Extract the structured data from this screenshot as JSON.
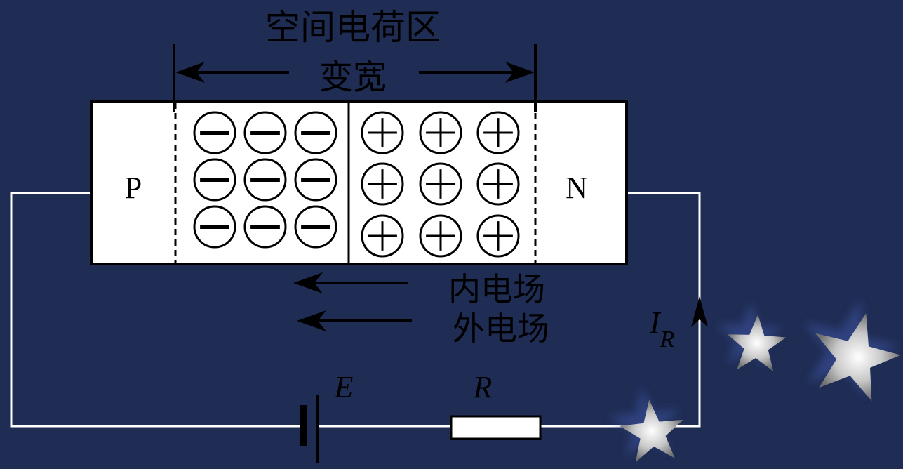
{
  "title": "空间电荷区",
  "width_label": "变宽",
  "p_label": "P",
  "n_label": "N",
  "internal_field_label": "内电场",
  "external_field_label": "外电场",
  "current_label": "I",
  "current_subscript": "R",
  "battery_label": "E",
  "resistor_label": "R",
  "negative_ions": {
    "rows": 3,
    "cols": 3,
    "symbol": "minus"
  },
  "positive_ions": {
    "rows": 3,
    "cols": 3,
    "symbol": "plus"
  },
  "colors": {
    "background": "#1f2d55",
    "wire": "#ffffff",
    "ink": "#000000",
    "semiconductor_fill": "#ffffff"
  }
}
